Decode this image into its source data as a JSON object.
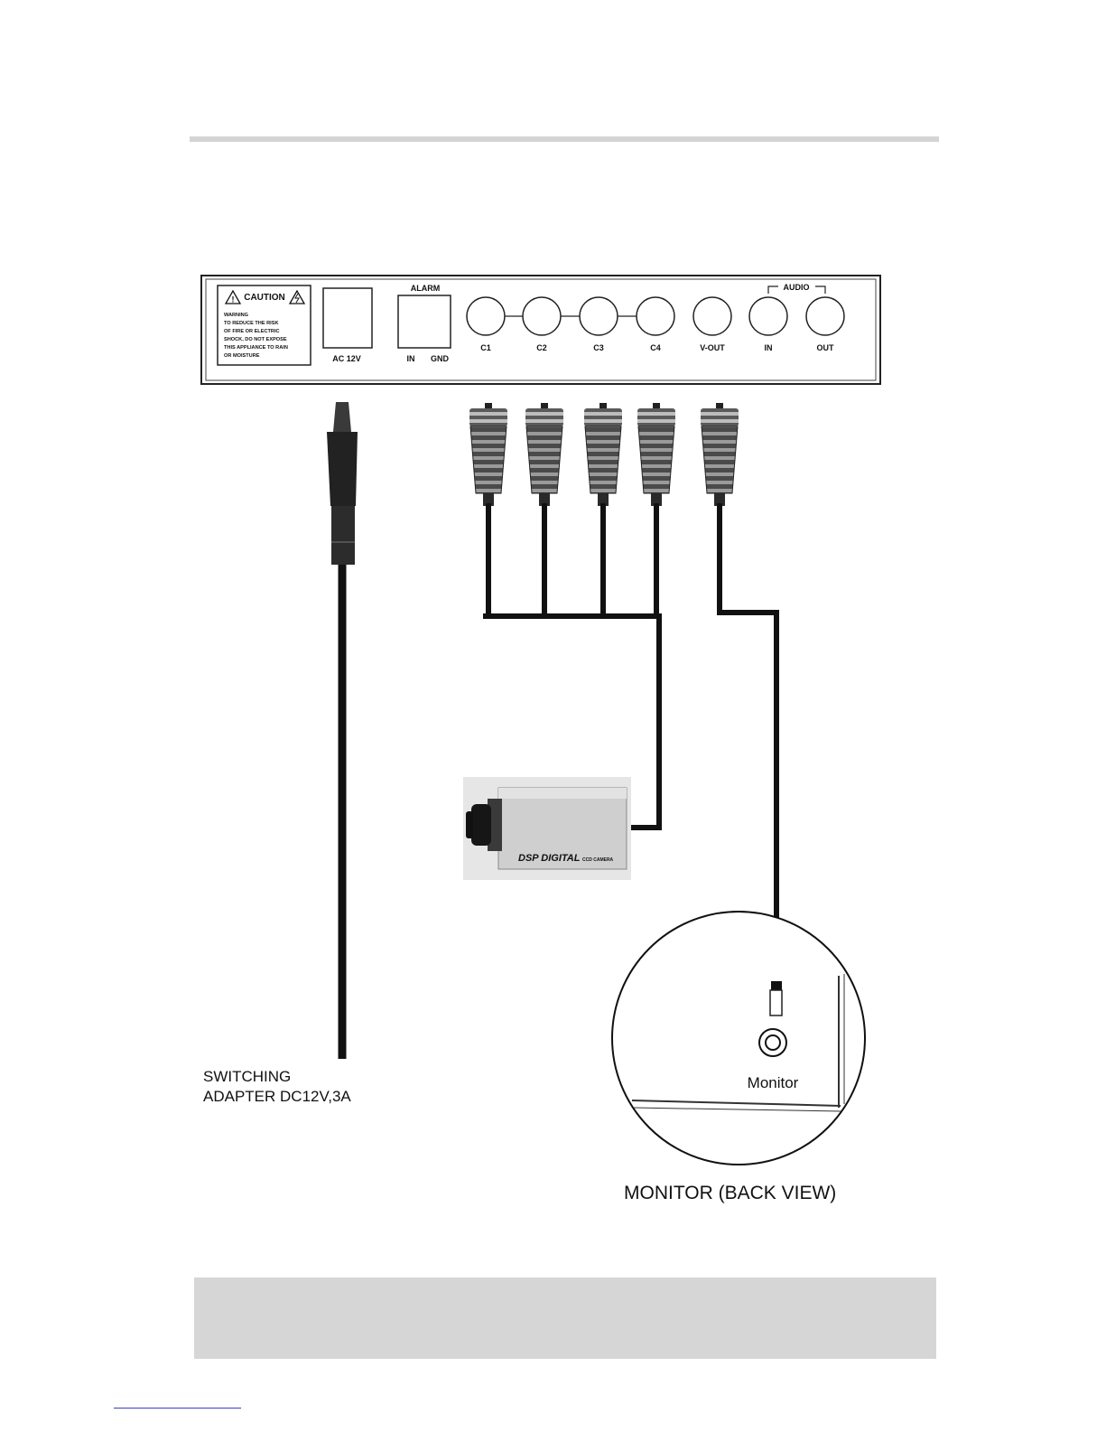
{
  "panel": {
    "caution_title": "CAUTION",
    "warning_lines": [
      "WARNING",
      "TO REDUCE THE RISK",
      "OF FIRE OR ELECTRIC",
      "SHOCK, DO NOT EXPOSE",
      "THIS APPLIANCE TO RAIN",
      "OR MOISTURE"
    ],
    "power_label": "AC 12V",
    "alarm_label": "ALARM",
    "alarm_in": "IN",
    "alarm_gnd": "GND",
    "audio_label": "AUDIO",
    "ports": [
      "C1",
      "C2",
      "C3",
      "C4",
      "V-OUT",
      "IN",
      "OUT"
    ]
  },
  "camera": {
    "brand_text": "DSP DIGITAL",
    "sub_text": "CCD CAMERA"
  },
  "adapter": {
    "label_line1": "SWITCHING",
    "label_line2": "ADAPTER DC12V,3A"
  },
  "monitor": {
    "jack_label": "Monitor",
    "caption": "MONITOR (BACK VIEW)"
  },
  "colors": {
    "ink": "#111111",
    "band_gray": "#d6d6d6"
  }
}
